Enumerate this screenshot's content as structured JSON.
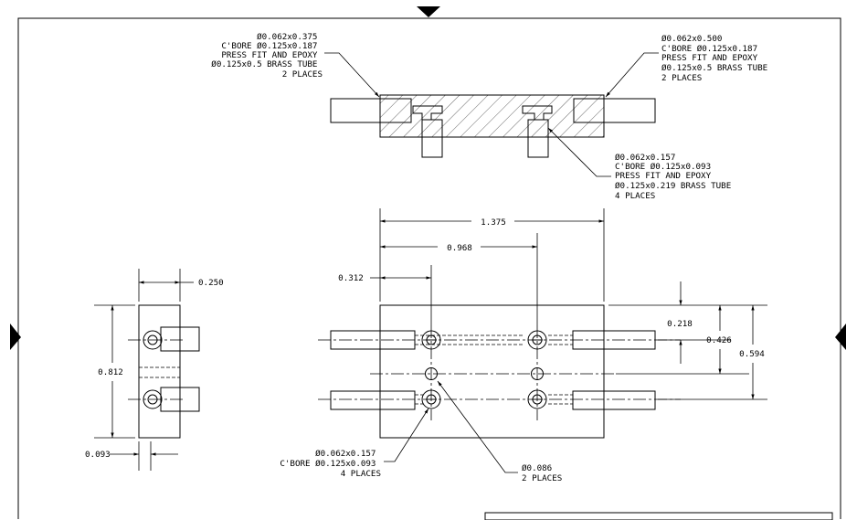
{
  "top_view": {
    "left_note": [
      "Ø0.062x0.375",
      "C'BORE Ø0.125x0.187",
      "PRESS FIT AND EPOXY",
      "Ø0.125x0.5 BRASS TUBE",
      "2 PLACES"
    ],
    "right_note": [
      "Ø0.062x0.500",
      "C'BORE Ø0.125x0.187",
      "PRESS FIT AND EPOXY",
      "Ø0.125x0.5 BRASS TUBE",
      "2 PLACES"
    ],
    "lower_note": [
      "Ø0.062x0.157",
      "C'BORE Ø0.125x0.093",
      "PRESS FIT AND EPOXY",
      "Ø0.125x0.219 BRASS TUBE",
      "4 PLACES"
    ]
  },
  "plan_view": {
    "dims": {
      "overall": "1.375",
      "hole_spacing": "0.968",
      "edge_offset": "0.312",
      "d218": "0.218",
      "d426": "0.426",
      "d594": "0.594"
    },
    "hole_note": [
      "Ø0.062x0.157",
      "C'BORE Ø0.125x0.093",
      "4 PLACES"
    ],
    "small_hole_note": [
      "Ø0.086",
      "2 PLACES"
    ]
  },
  "side_view": {
    "dims": {
      "width": "0.250",
      "height": "0.812",
      "thickness": "0.093"
    }
  }
}
